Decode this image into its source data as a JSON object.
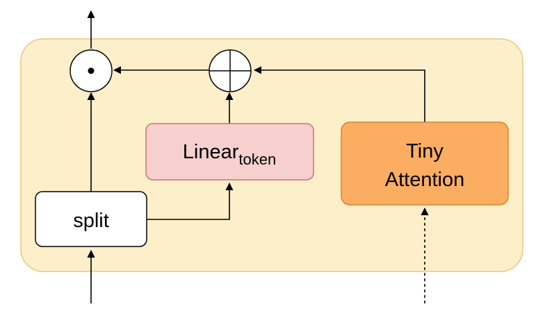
{
  "diagram": {
    "split_label": "split",
    "linear_label": "Linear",
    "linear_subscript": "token",
    "tiny_attention_line1": "Tiny",
    "tiny_attention_line2": "Attention",
    "multiply_symbol_icon": "circle-dot-icon",
    "add_symbol_icon": "circle-plus-icon"
  },
  "colors": {
    "container_fill": "#fdefc9",
    "container_stroke": "#e7c77d",
    "linear_fill": "#f6cfcf",
    "linear_stroke": "#c9747a",
    "attention_fill": "#fbad62",
    "attention_stroke": "#d7822e",
    "split_fill": "#ffffff",
    "line": "#000000"
  }
}
